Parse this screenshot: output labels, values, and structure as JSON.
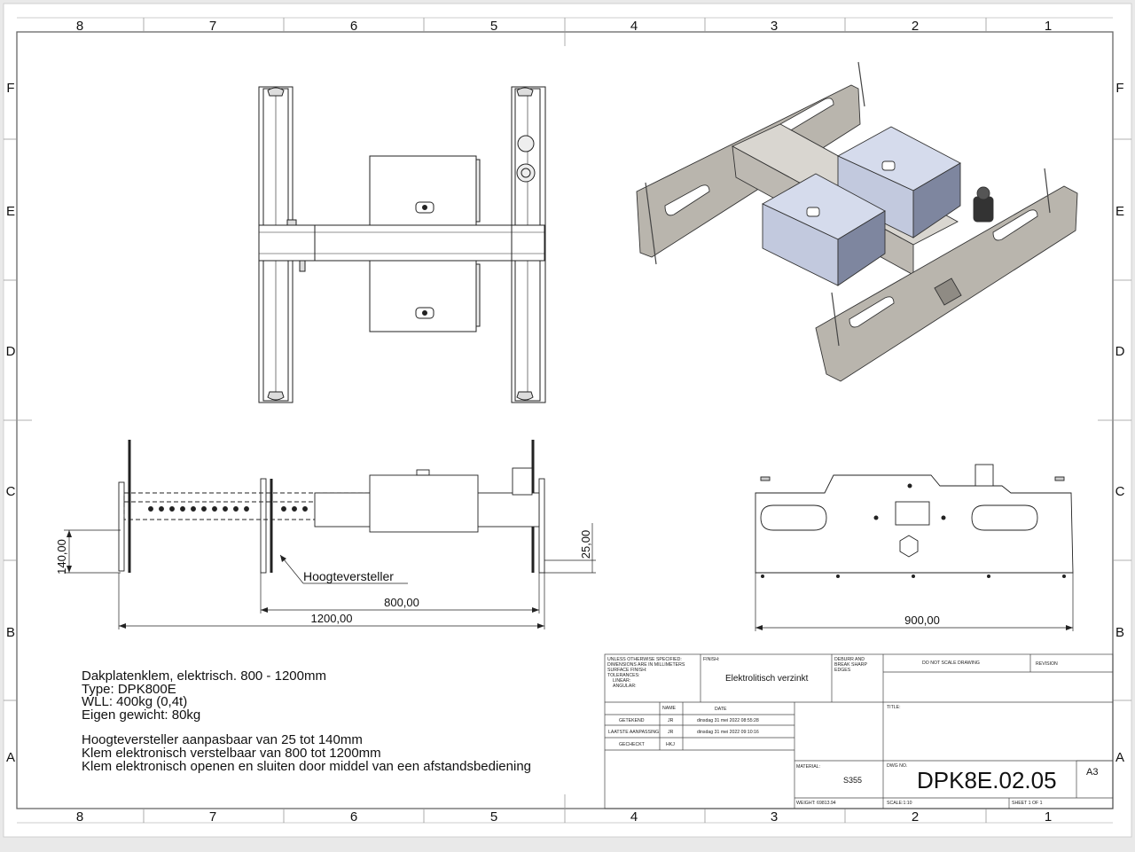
{
  "zones": {
    "columns": [
      "8",
      "7",
      "6",
      "5",
      "4",
      "3",
      "2",
      "1"
    ],
    "rows": [
      "F",
      "E",
      "D",
      "C",
      "B",
      "A"
    ]
  },
  "dimensions": {
    "d140": "140,00",
    "d25": "25,00",
    "d800": "800,00",
    "d1200": "1200,00",
    "d900": "900,00",
    "callout": "Hoogteversteller"
  },
  "notes": {
    "line1": "Dakplatenklem, elektrisch. 800 - 1200mm",
    "line2": "Type: DPK800E",
    "line3": "WLL: 400kg (0,4t)",
    "line4": "Eigen gewicht: 80kg",
    "line5": "Hoogteversteller aanpasbaar van 25 tot 140mm",
    "line6": "Klem elektronisch verstelbaar van 800 tot 1200mm",
    "line7": "Klem elektronisch openen en sluiten door middel van een afstandsbediening"
  },
  "titleblock": {
    "spec1": "UNLESS OTHERWISE SPECIFIED:",
    "spec2": "DIMENSIONS ARE IN MILLIMETERS",
    "spec3": "SURFACE FINISH:",
    "spec4": "TOLERANCES:",
    "spec5": "LINEAR:",
    "spec6": "ANGULAR:",
    "finish_label": "FINISH:",
    "finish_value": "Elektrolitisch verzinkt",
    "deburr1": "DEBURR AND",
    "deburr2": "BREAK SHARP",
    "deburr3": "EDGES",
    "no_scale": "DO NOT SCALE DRAWING",
    "revision": "REVISION",
    "col_name": "NAME",
    "col_date": "DATE",
    "r1_label": "GETEKEND",
    "r1_name": "JR",
    "r1_date": "dinsdag 31 mei 2022 08:55:28",
    "r2_label": "LAATSTE AANPASSING",
    "r2_name": "JR",
    "r2_date": "dinsdag 31 mei 2022 09:10:16",
    "r3_label": "GECHECKT",
    "r3_name": "HKJ",
    "title_label": "TITLE:",
    "material_label": "MATERIAL:",
    "material_value": "S355",
    "dwg_label": "DWG NO.",
    "dwg_no": "DPK8E.02.05",
    "size": "A3",
    "weight": "WEIGHT: 69813.94",
    "scale": "SCALE:1:10",
    "sheet": "SHEET 1 OF 1"
  },
  "colors": {
    "frame": "#3a3a3a",
    "plate": "#b9b5ad",
    "box": "#c9cfe3",
    "line": "#222222"
  }
}
